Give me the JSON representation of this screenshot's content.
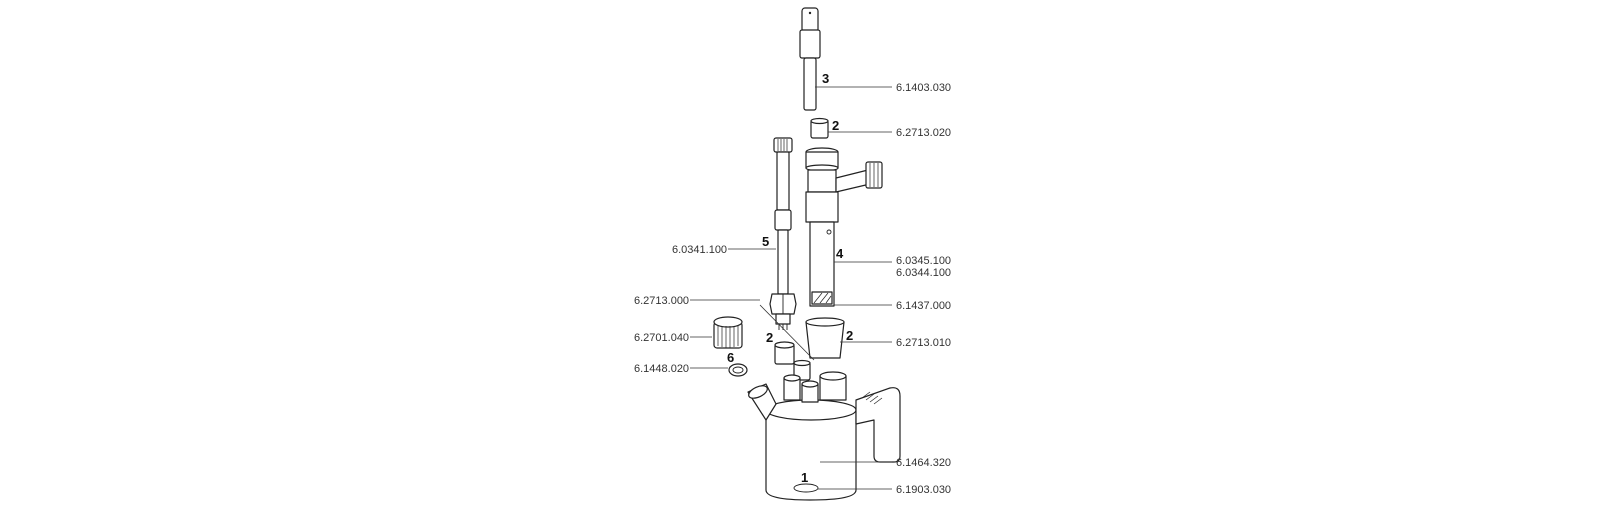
{
  "callouts": [
    {
      "id": "p3",
      "number": "3",
      "code": "6.1403.030"
    },
    {
      "id": "p2a",
      "number": "2",
      "code": "6.2713.020"
    },
    {
      "id": "p5",
      "number": "5",
      "code": "6.0341.100"
    },
    {
      "id": "p4",
      "number": "4",
      "code": "6.0345.100",
      "code2": "6.0344.100"
    },
    {
      "id": "pNut",
      "number": "",
      "code": "6.1437.000"
    },
    {
      "id": "p2b",
      "number": "2",
      "code": "6.2713.000"
    },
    {
      "id": "p2c",
      "number": "2",
      "code": "6.2713.010"
    },
    {
      "id": "pCap",
      "number": "",
      "code": "6.2701.040"
    },
    {
      "id": "p6",
      "number": "6",
      "code": "6.1448.020"
    },
    {
      "id": "p1",
      "number": "1",
      "code": "6.1464.320"
    },
    {
      "id": "pStir",
      "number": "",
      "code": "6.1903.030"
    }
  ]
}
